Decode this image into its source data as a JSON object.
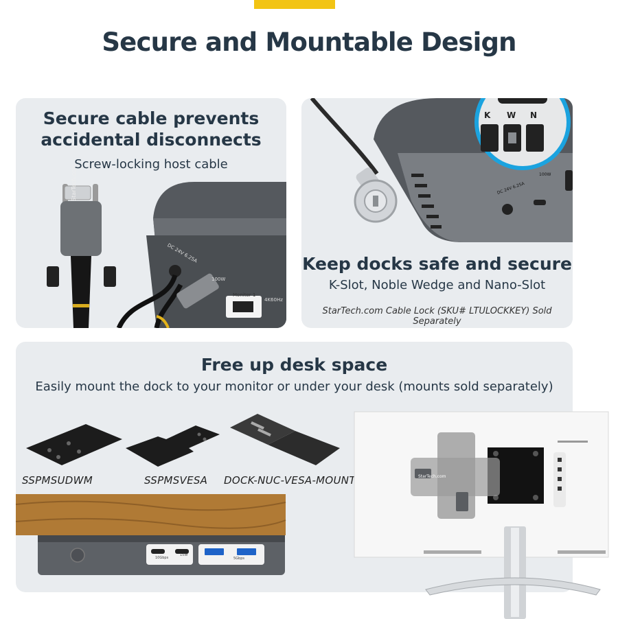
{
  "title": "Secure and Mountable Design",
  "colors": {
    "accent": "#f2c414",
    "heading": "#263746",
    "panel": "#e9ecef",
    "dock": "#5d6166",
    "zoom_ring": "#1ba3df"
  },
  "cable_panel": {
    "heading_line1": "Secure cable prevents",
    "heading_line2": "accidental disconnects",
    "subheading": "Screw-locking host cable",
    "connector_brand": "StarTech.com",
    "dock_power_label": "DC 24V 6.25A",
    "dock_port_label": "100W",
    "dock_monitor_label": "Monitor 1",
    "dock_resolution_label": "4K60Hz"
  },
  "lock_panel": {
    "heading": "Keep docks safe and secure",
    "subheading": "K-Slot, Noble Wedge and Nano-Slot",
    "note": "StarTech.com Cable Lock (SKU# LTULOCKKEY) Sold Separately",
    "slot_letters": [
      "K",
      "W",
      "N"
    ],
    "dock_power_label": "DC 24V 6.25A",
    "dock_port_label": "100W"
  },
  "desk_panel": {
    "heading": "Free up desk space",
    "subheading": "Easily mount the dock to your monitor or under your desk (mounts sold separately)",
    "mounts": [
      {
        "sku": "SSPMSUDWM"
      },
      {
        "sku": "SSPMSVESA"
      },
      {
        "sku": "DOCK-NUC-VESA-MOUNT"
      }
    ],
    "dock_port_labels": [
      "10Gbps",
      "15W",
      "5Gbps"
    ],
    "dock_brand": "StarTech.com"
  }
}
